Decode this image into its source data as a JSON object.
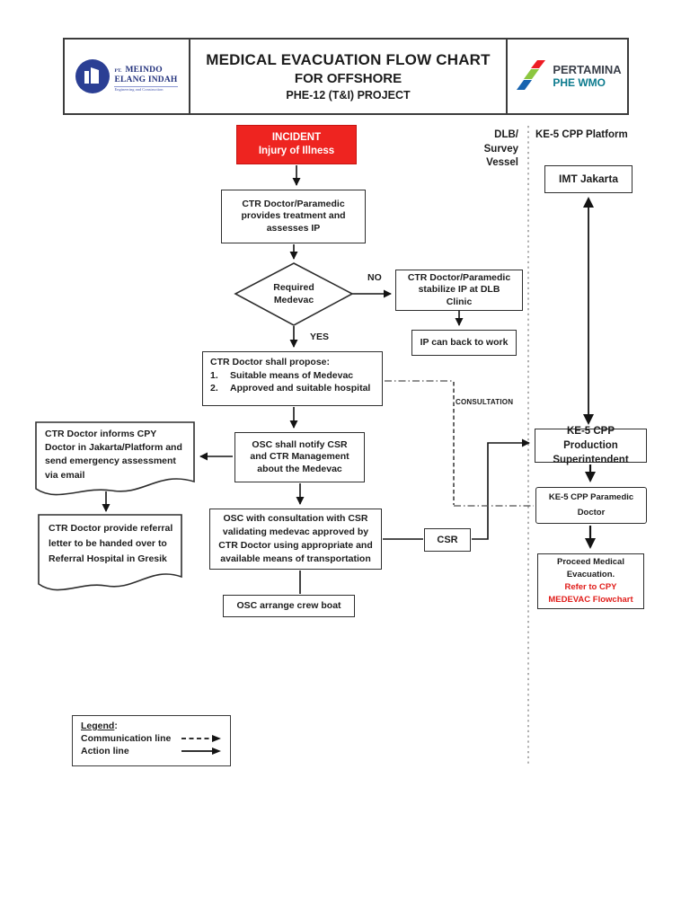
{
  "header": {
    "meindo": {
      "pre": "PT.",
      "line1": "MEINDO",
      "line2": "ELANG INDAH",
      "tagline": "Engineering and Construction"
    },
    "title_line1": "MEDICAL EVACUATION FLOW CHART",
    "title_line2": "FOR OFFSHORE",
    "title_line3": "PHE-12 (T&I) PROJECT",
    "pertamina": {
      "name": "PERTAMINA",
      "sub": "PHE WMO"
    }
  },
  "lanes": {
    "dlb": "DLB/\nSurvey\nVessel",
    "ke5": "KE-5 CPP Platform"
  },
  "nodes": {
    "incident": "INCIDENT\nInjury of Illness",
    "treat": "CTR Doctor/Paramedic provides treatment and assesses IP",
    "decision": "Required Medevac",
    "no": "NO",
    "yes": "YES",
    "stabilize": "CTR Doctor/Paramedic stabilize IP at DLB Clinic",
    "back_to_work": "IP can back to work",
    "propose": {
      "title": "CTR Doctor shall propose:",
      "items": [
        {
          "num": "1.",
          "text": "Suitable means of Medevac"
        },
        {
          "num": "2.",
          "text": "Approved and suitable hospital"
        }
      ]
    },
    "notify": "OSC shall notify CSR and CTR Management about the Medevac",
    "informs": "CTR Doctor informs CPY Doctor in Jakarta/Platform and send emergency assessment via email",
    "referral": "CTR Doctor provide referral letter to be handed over to Referral Hospital in Gresik",
    "validate": "OSC with consultation with CSR validating medevac approved by CTR Doctor using appropriate and available means of transportation",
    "csr": "CSR",
    "crew_boat": "OSC arrange crew boat",
    "imt": "IMT Jakarta",
    "superintendent": "KE-5 CPP Production Superintendent",
    "paramedic": "KE-5 CPP Paramedic Doctor",
    "proceed_black": "Proceed Medical Evacuation.",
    "proceed_red": "Refer to CPY MEDEVAC Flowchart",
    "consultation": "CONSULTATION"
  },
  "legend": {
    "title": "Legend",
    "colon": ":",
    "communication": "Communication line",
    "action": "Action line"
  },
  "colors": {
    "incident_bg": "#ee2420",
    "alert_red": "#e01d1a",
    "border": "#2e2e2e",
    "pertamina_blue": "#1763af",
    "pertamina_green": "#8cc63f",
    "pertamina_red": "#ed1c24",
    "phe_teal": "#0c7b8e",
    "meindo_navy": "#2b3f94"
  }
}
